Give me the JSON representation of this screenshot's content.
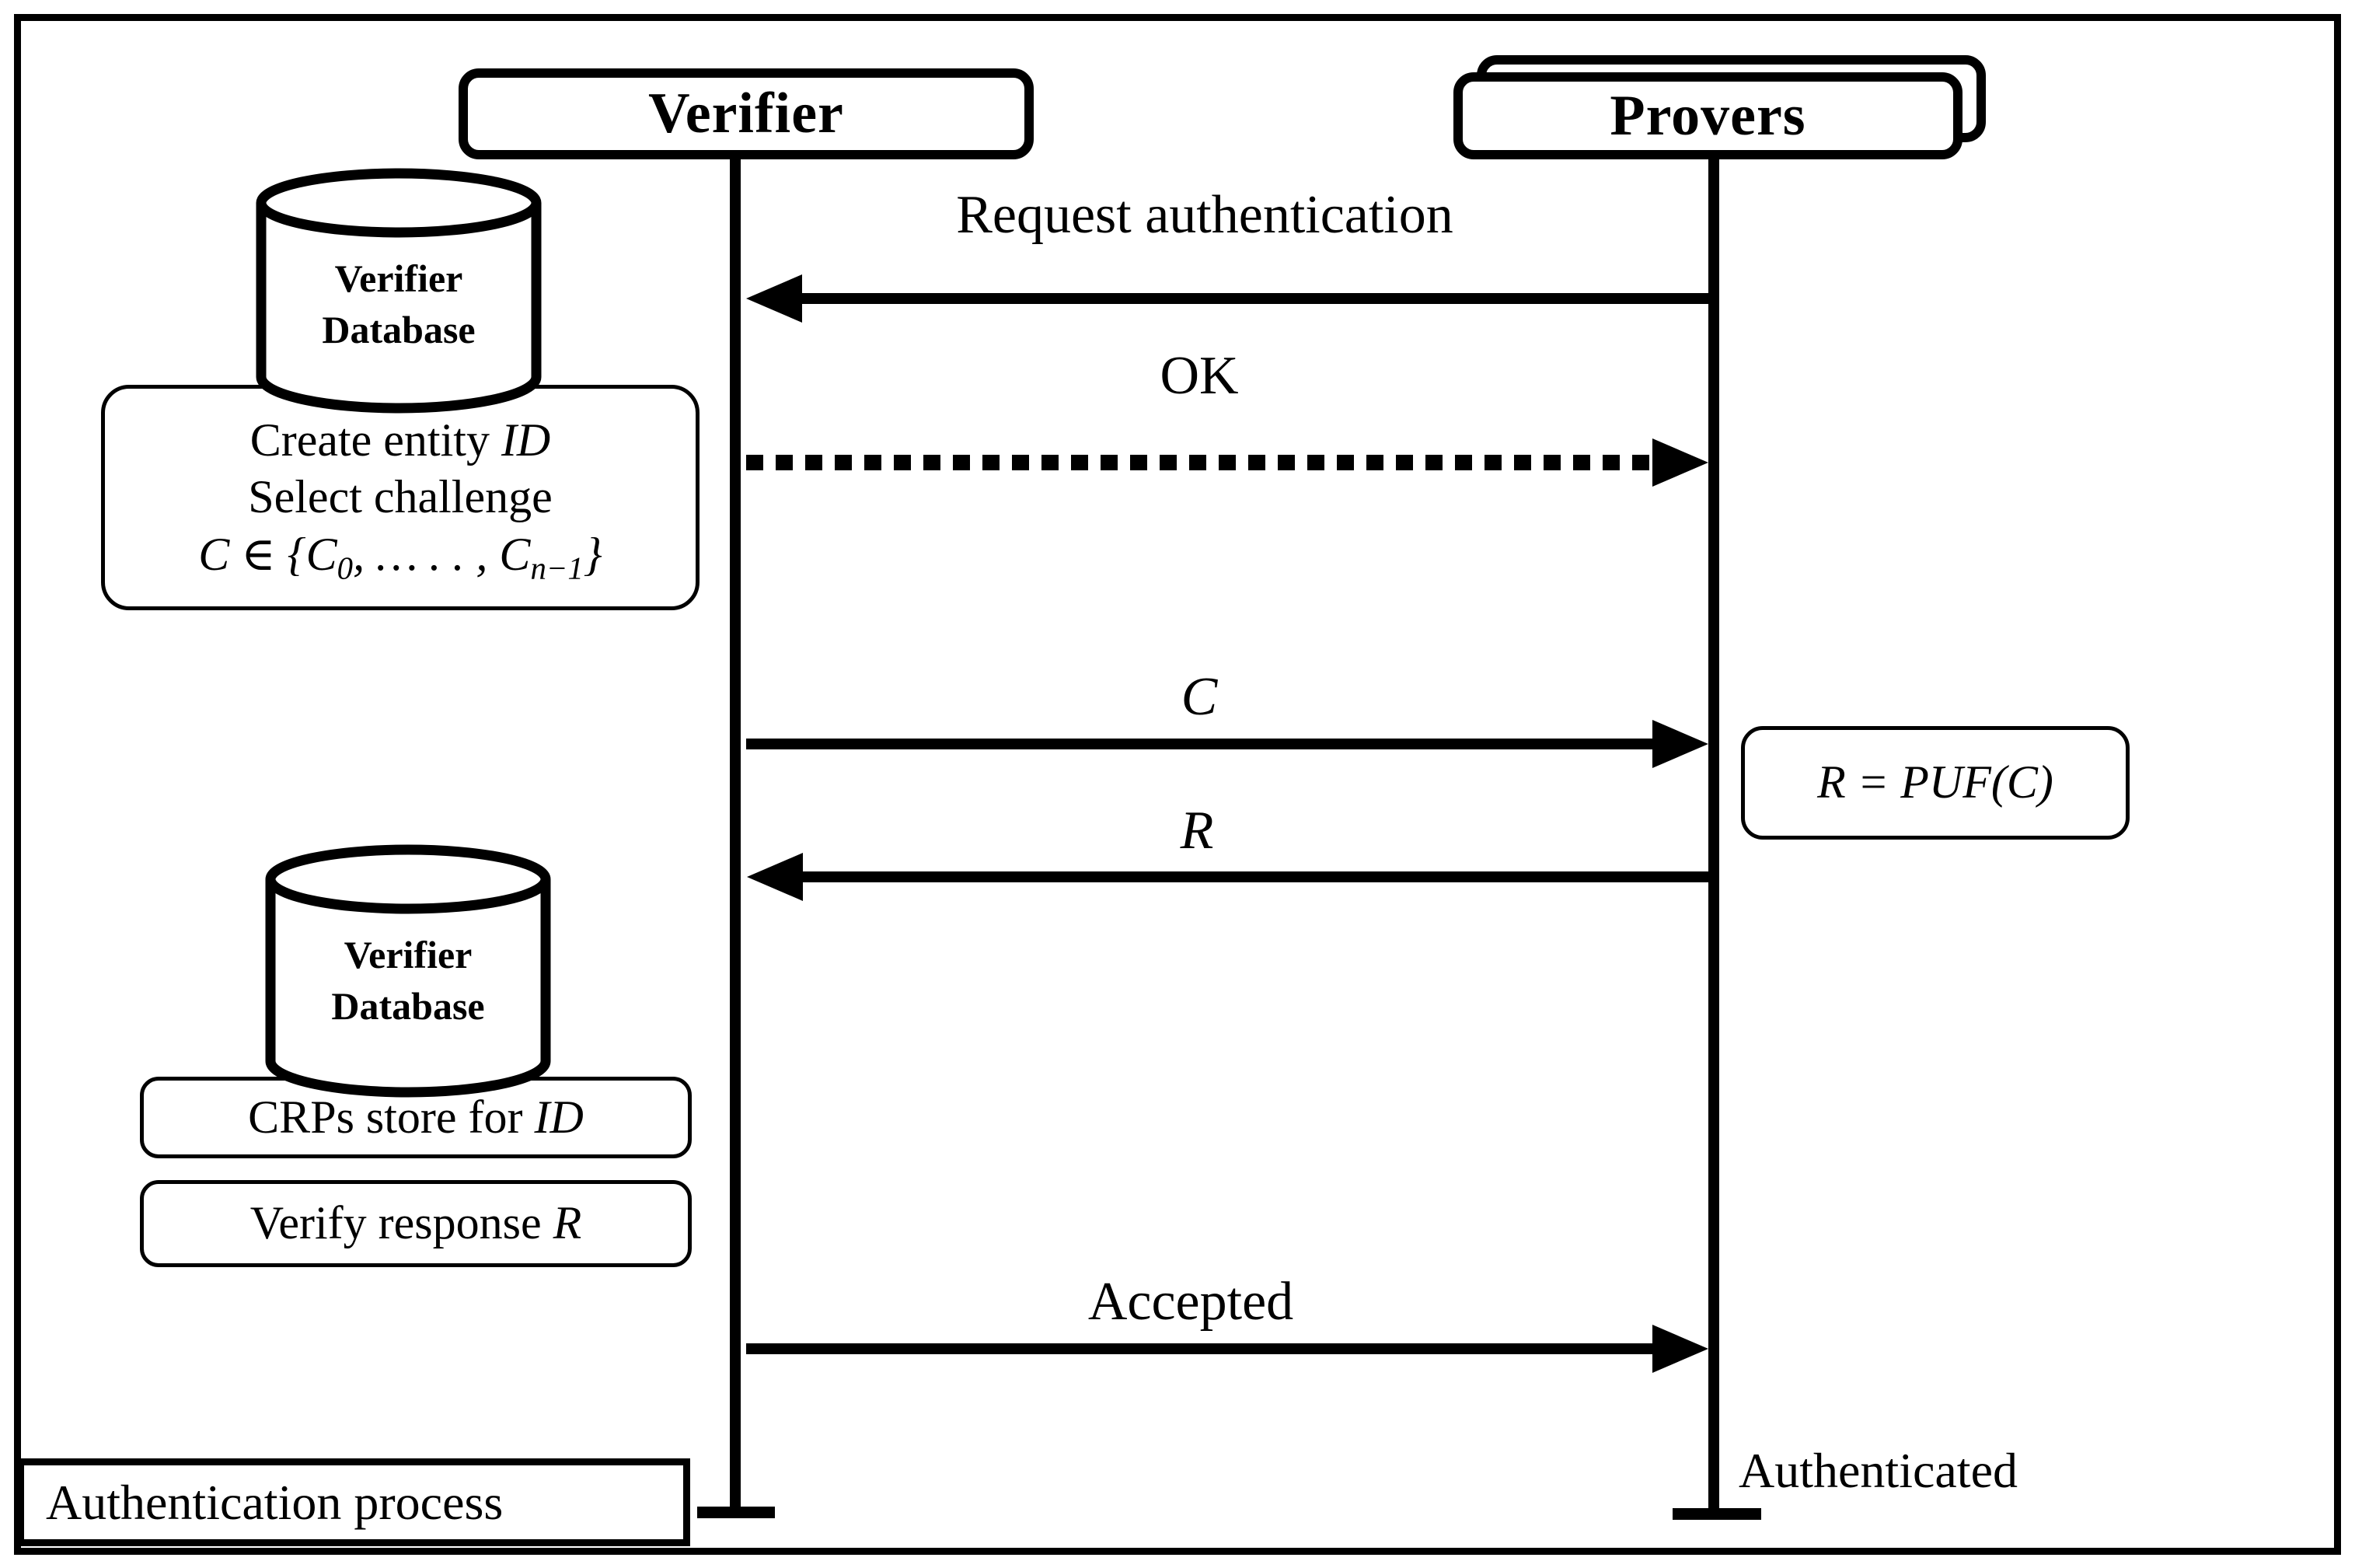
{
  "diagram": {
    "title_actors": {
      "verifier": "Verifier",
      "provers": "Provers"
    },
    "databases": {
      "top": {
        "line1": "Verifier",
        "line2": "Database"
      },
      "bottom": {
        "line1": "Verifier",
        "line2": "Database"
      }
    },
    "create_box": {
      "line1_text": "Create entity ",
      "line1_var": "ID",
      "line2": "Select challenge",
      "line3_pre": "C ∈ {C",
      "line3_sub1": "0",
      "line3_mid": ", … . . , C",
      "line3_sub2": "n−1",
      "line3_post": "}"
    },
    "messages": {
      "request": "Request authentication",
      "ok": "OK",
      "challenge": "C",
      "response": "R",
      "accepted": "Accepted"
    },
    "puf_box": {
      "formula": "R = PUF(C)"
    },
    "crps_box": {
      "text": "CRPs store for ",
      "var": "ID"
    },
    "verify_box": {
      "text": "Verify  response ",
      "var": "R"
    },
    "footer": {
      "process_label": "Authentication process",
      "authenticated_label": "Authenticated"
    },
    "colors": {
      "ink": "#000000",
      "background": "#ffffff"
    }
  }
}
